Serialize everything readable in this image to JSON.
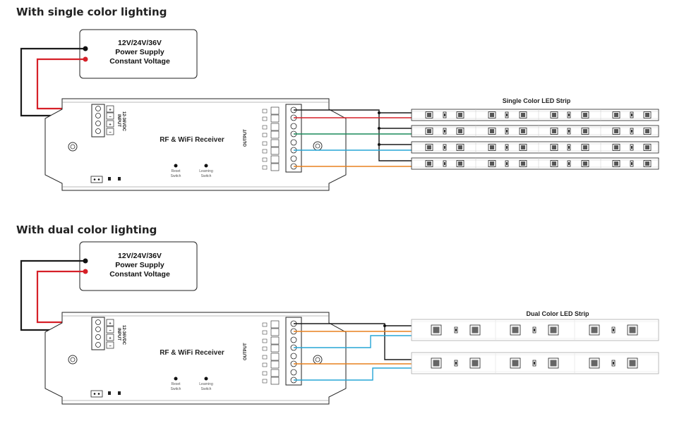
{
  "colors": {
    "wire_red": "#d62028",
    "wire_black": "#1a1a1a",
    "wire_green": "#1a8a5a",
    "wire_cyan": "#26a6d6",
    "wire_orange": "#e8801e"
  },
  "sections": [
    {
      "heading": "With single color lighting",
      "psu": {
        "line1": "12V/24V/36V",
        "line2": "Power Supply",
        "line3": "Constant Voltage"
      },
      "receiver": {
        "title": "RF & WiFi Receiver",
        "input": "INPUT",
        "input_volt": "12-36VDC",
        "output": "OUTPUT",
        "reset": "Reset",
        "reset2": "Switch",
        "learn": "Learning",
        "learn2": "Switch"
      },
      "strip_label": "Single Color LED Strip"
    },
    {
      "heading": "With dual color lighting",
      "psu": {
        "line1": "12V/24V/36V",
        "line2": "Power Supply",
        "line3": "Constant Voltage"
      },
      "receiver": {
        "title": "RF & WiFi Receiver",
        "input": "INPUT",
        "input_volt": "12-36VDC",
        "output": "OUTPUT",
        "reset": "Reset",
        "reset2": "Switch",
        "learn": "Learning",
        "learn2": "Switch"
      },
      "strip_label": "Dual Color LED Strip"
    }
  ]
}
